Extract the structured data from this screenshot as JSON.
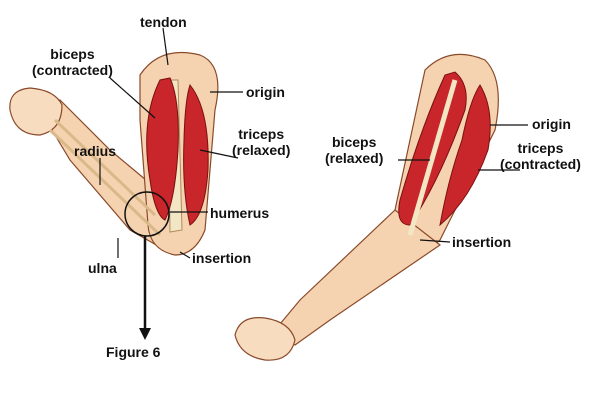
{
  "left_arm": {
    "tendon": "tendon",
    "biceps": [
      "biceps",
      "(contracted)"
    ],
    "origin": "origin",
    "triceps": [
      "triceps",
      "(relaxed)"
    ],
    "radius": "radius",
    "humerus": "humerus",
    "insertion": "insertion",
    "ulna": "ulna",
    "figure": "Figure 6"
  },
  "right_arm": {
    "biceps": [
      "biceps",
      "(relaxed)"
    ],
    "origin": "origin",
    "triceps": [
      "triceps",
      "(contracted)"
    ],
    "insertion": "insertion"
  },
  "colors": {
    "skin": "#f6d3b0",
    "muscle": "#c8262a",
    "bone": "#f3e6c4",
    "outline": "#8a4a2a"
  }
}
